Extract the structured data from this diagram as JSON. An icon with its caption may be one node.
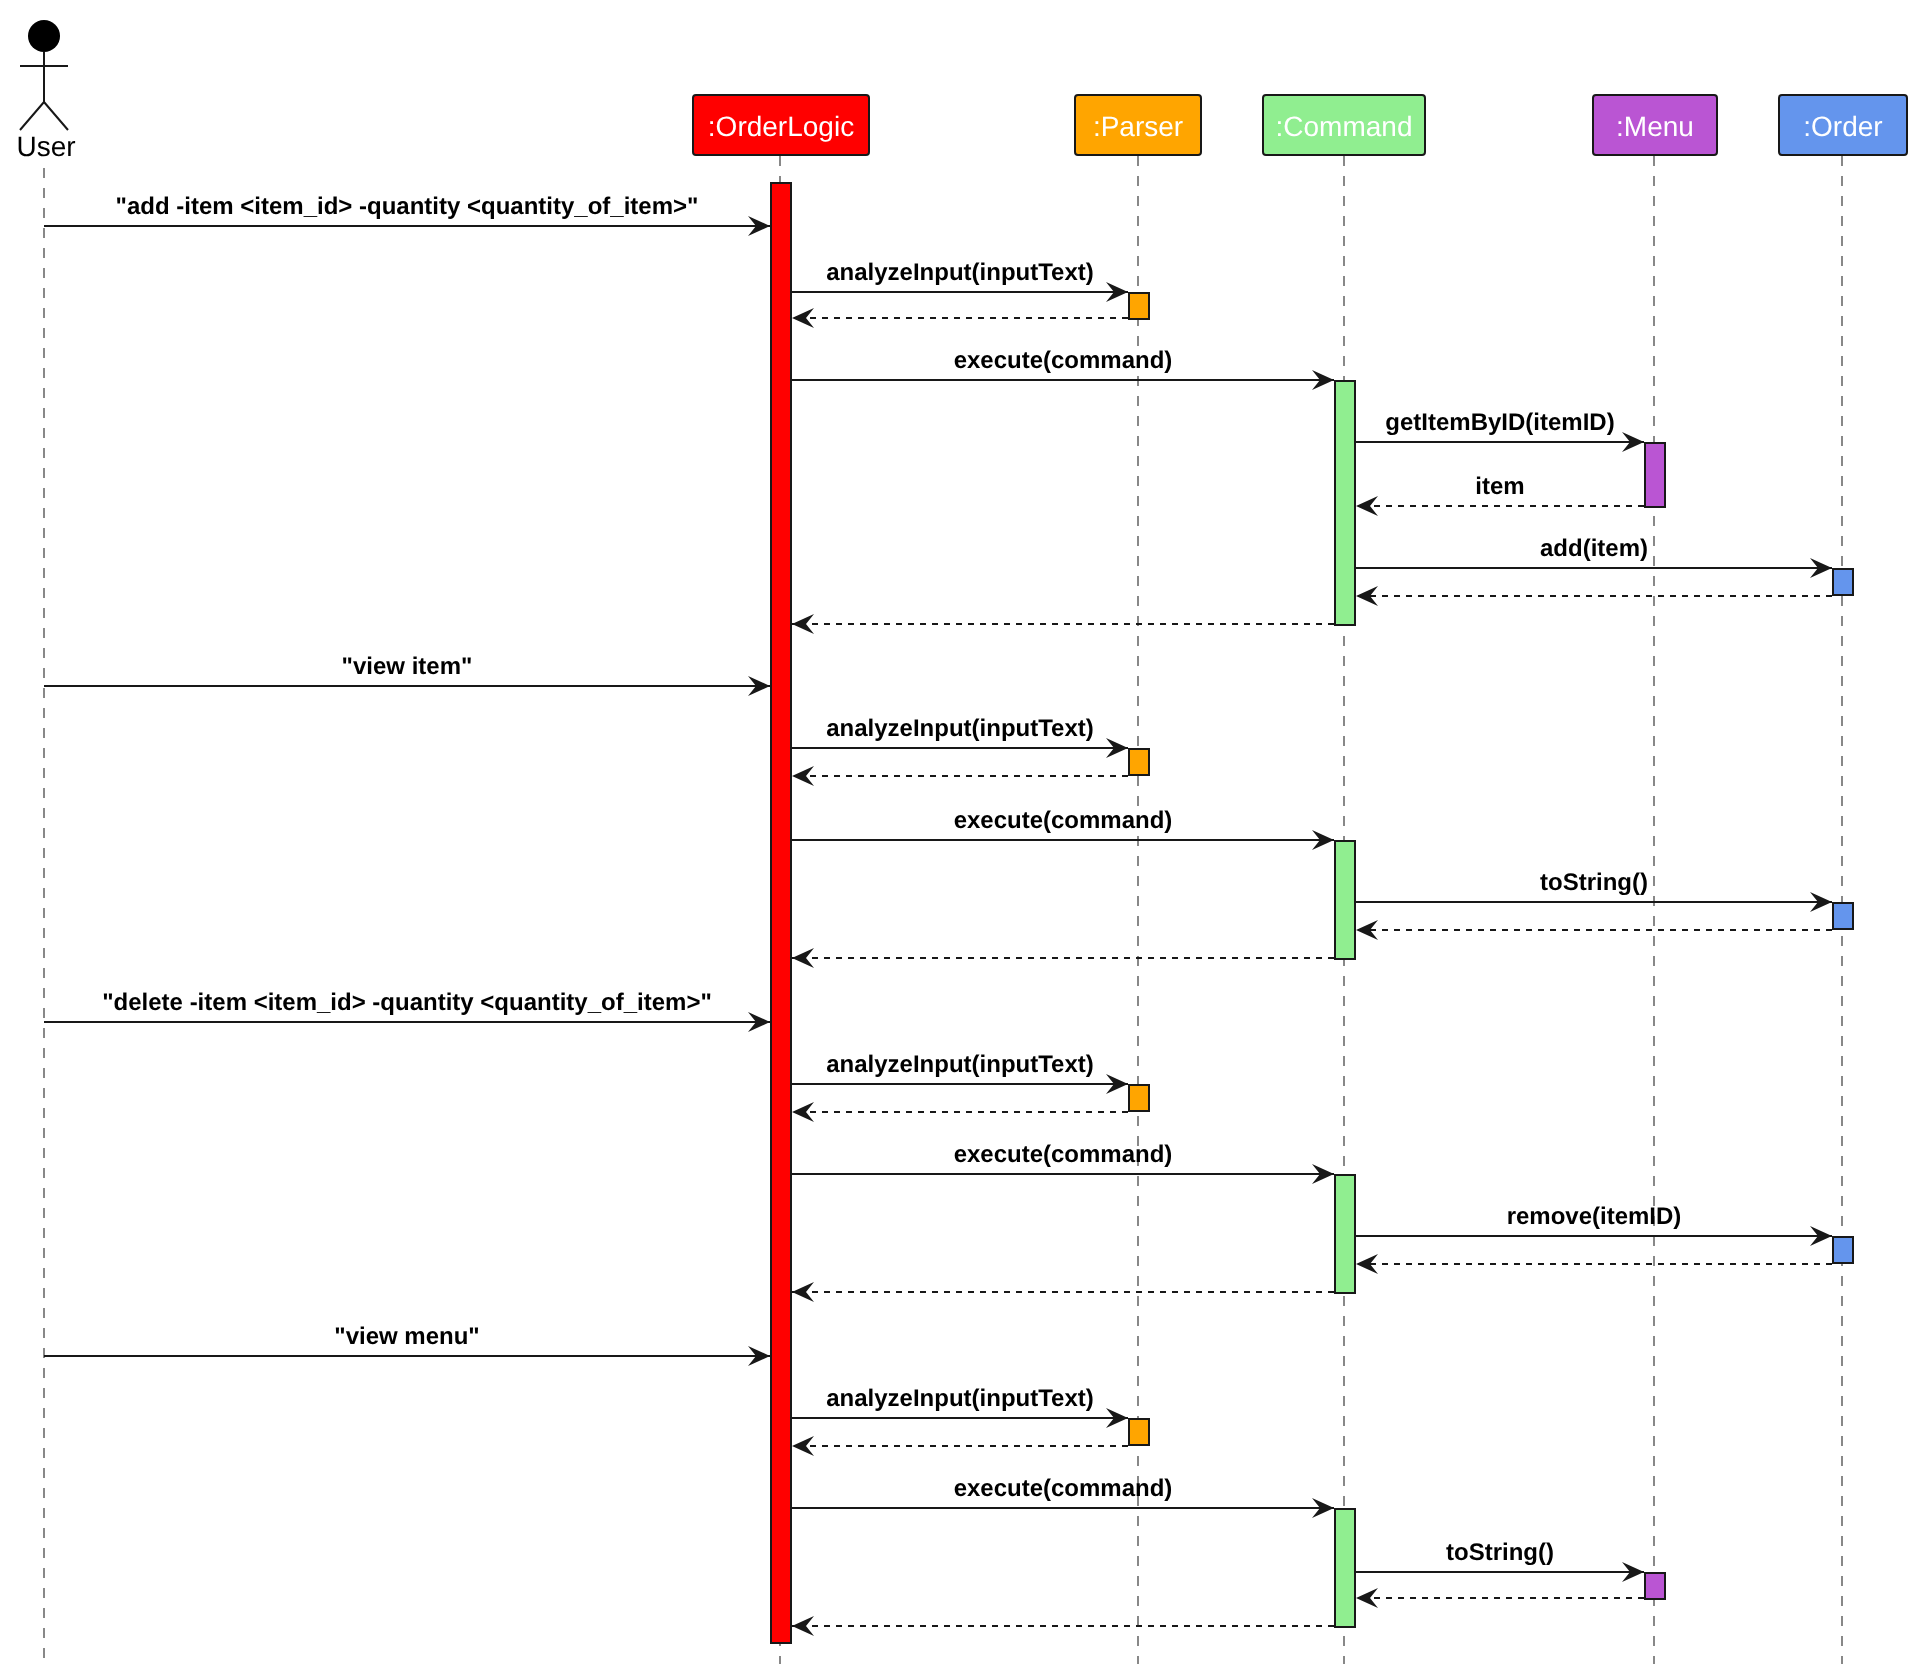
{
  "diagram": {
    "nodes": [
      {
        "text": [
          "User"
        ]
      },
      {
        "text": [
          ":OrderLogic"
        ]
      },
      {
        "text": [
          ":Parser"
        ]
      },
      {
        "text": [
          ":Command"
        ]
      },
      {
        "text": [
          ":Menu"
        ]
      },
      {
        "text": [
          ":Order"
        ]
      },
      {
        "text": [],
        "shape": "bar"
      },
      {
        "text": [],
        "shape": "bar"
      },
      {
        "text": [],
        "shape": "bar"
      },
      {
        "text": [],
        "shape": "bar"
      },
      {
        "text": [],
        "shape": "bar"
      },
      {
        "text": [],
        "shape": "bar"
      },
      {
        "text": [],
        "shape": "bar"
      },
      {
        "text": [],
        "shape": "bar"
      },
      {
        "text": [],
        "shape": "bar"
      },
      {
        "text": [],
        "shape": "bar"
      },
      {
        "text": [],
        "shape": "bar"
      },
      {
        "text": [],
        "shape": "bar"
      },
      {
        "text": [],
        "shape": "bar"
      },
      {
        "text": [],
        "shape": "bar"
      }
    ],
    "edges": [
      {
        "from": null,
        "to": 6,
        "arrow": "to",
        "label": "\"add -item <item_id> -quantity <quantity_of_item>\""
      },
      {
        "from": 6,
        "to": 7,
        "arrow": "to",
        "label": "analyzeInput(inputText)"
      },
      {
        "from": 7,
        "to": 6,
        "arrow": "to",
        "style": "dashed"
      },
      {
        "from": 6,
        "to": 11,
        "arrow": "to",
        "label": "execute(command)"
      },
      {
        "from": 11,
        "to": 15,
        "arrow": "to",
        "label": "getItemByID(itemID)"
      },
      {
        "from": 15,
        "to": 11,
        "arrow": "to",
        "label": "item",
        "style": "dashed"
      },
      {
        "from": 11,
        "to": 17,
        "arrow": "to",
        "label": "add(item)"
      },
      {
        "from": 17,
        "to": 11,
        "arrow": "to",
        "style": "dashed"
      },
      {
        "from": 11,
        "to": 6,
        "arrow": "to",
        "style": "dashed"
      },
      {
        "from": null,
        "to": 6,
        "arrow": "to",
        "label": "\"view item\""
      },
      {
        "from": 6,
        "to": 8,
        "arrow": "to",
        "label": "analyzeInput(inputText)"
      },
      {
        "from": 8,
        "to": 6,
        "arrow": "to",
        "style": "dashed"
      },
      {
        "from": 6,
        "to": 12,
        "arrow": "to",
        "label": "execute(command)"
      },
      {
        "from": 12,
        "to": 18,
        "arrow": "to",
        "label": "toString()"
      },
      {
        "from": 18,
        "to": 12,
        "arrow": "to",
        "style": "dashed"
      },
      {
        "from": 12,
        "to": 6,
        "arrow": "to",
        "style": "dashed"
      },
      {
        "from": null,
        "to": 6,
        "arrow": "to",
        "label": "\"delete -item <item_id> -quantity <quantity_of_item>\""
      },
      {
        "from": 6,
        "to": 9,
        "arrow": "to",
        "label": "analyzeInput(inputText)"
      },
      {
        "from": 9,
        "to": 6,
        "arrow": "to",
        "style": "dashed"
      },
      {
        "from": 6,
        "to": 13,
        "arrow": "to",
        "label": "execute(command)"
      },
      {
        "from": 13,
        "to": 19,
        "arrow": "to",
        "label": "remove(itemID)"
      },
      {
        "from": 19,
        "to": 13,
        "arrow": "to",
        "style": "dashed"
      },
      {
        "from": 13,
        "to": 6,
        "arrow": "to",
        "style": "dashed"
      },
      {
        "from": null,
        "to": 6,
        "arrow": "to",
        "label": "\"view menu\""
      },
      {
        "from": 6,
        "to": 10,
        "arrow": "to",
        "label": "analyzeInput(inputText)"
      },
      {
        "from": 10,
        "to": 6,
        "arrow": "to",
        "style": "dashed"
      },
      {
        "from": 6,
        "to": 14,
        "arrow": "to",
        "label": "execute(command)"
      },
      {
        "from": 14,
        "to": 16,
        "arrow": "to",
        "label": "toString()"
      },
      {
        "from": 16,
        "to": 14,
        "arrow": "to",
        "style": "dashed"
      },
      {
        "from": 14,
        "to": 6,
        "arrow": "to",
        "style": "dashed"
      }
    ]
  }
}
